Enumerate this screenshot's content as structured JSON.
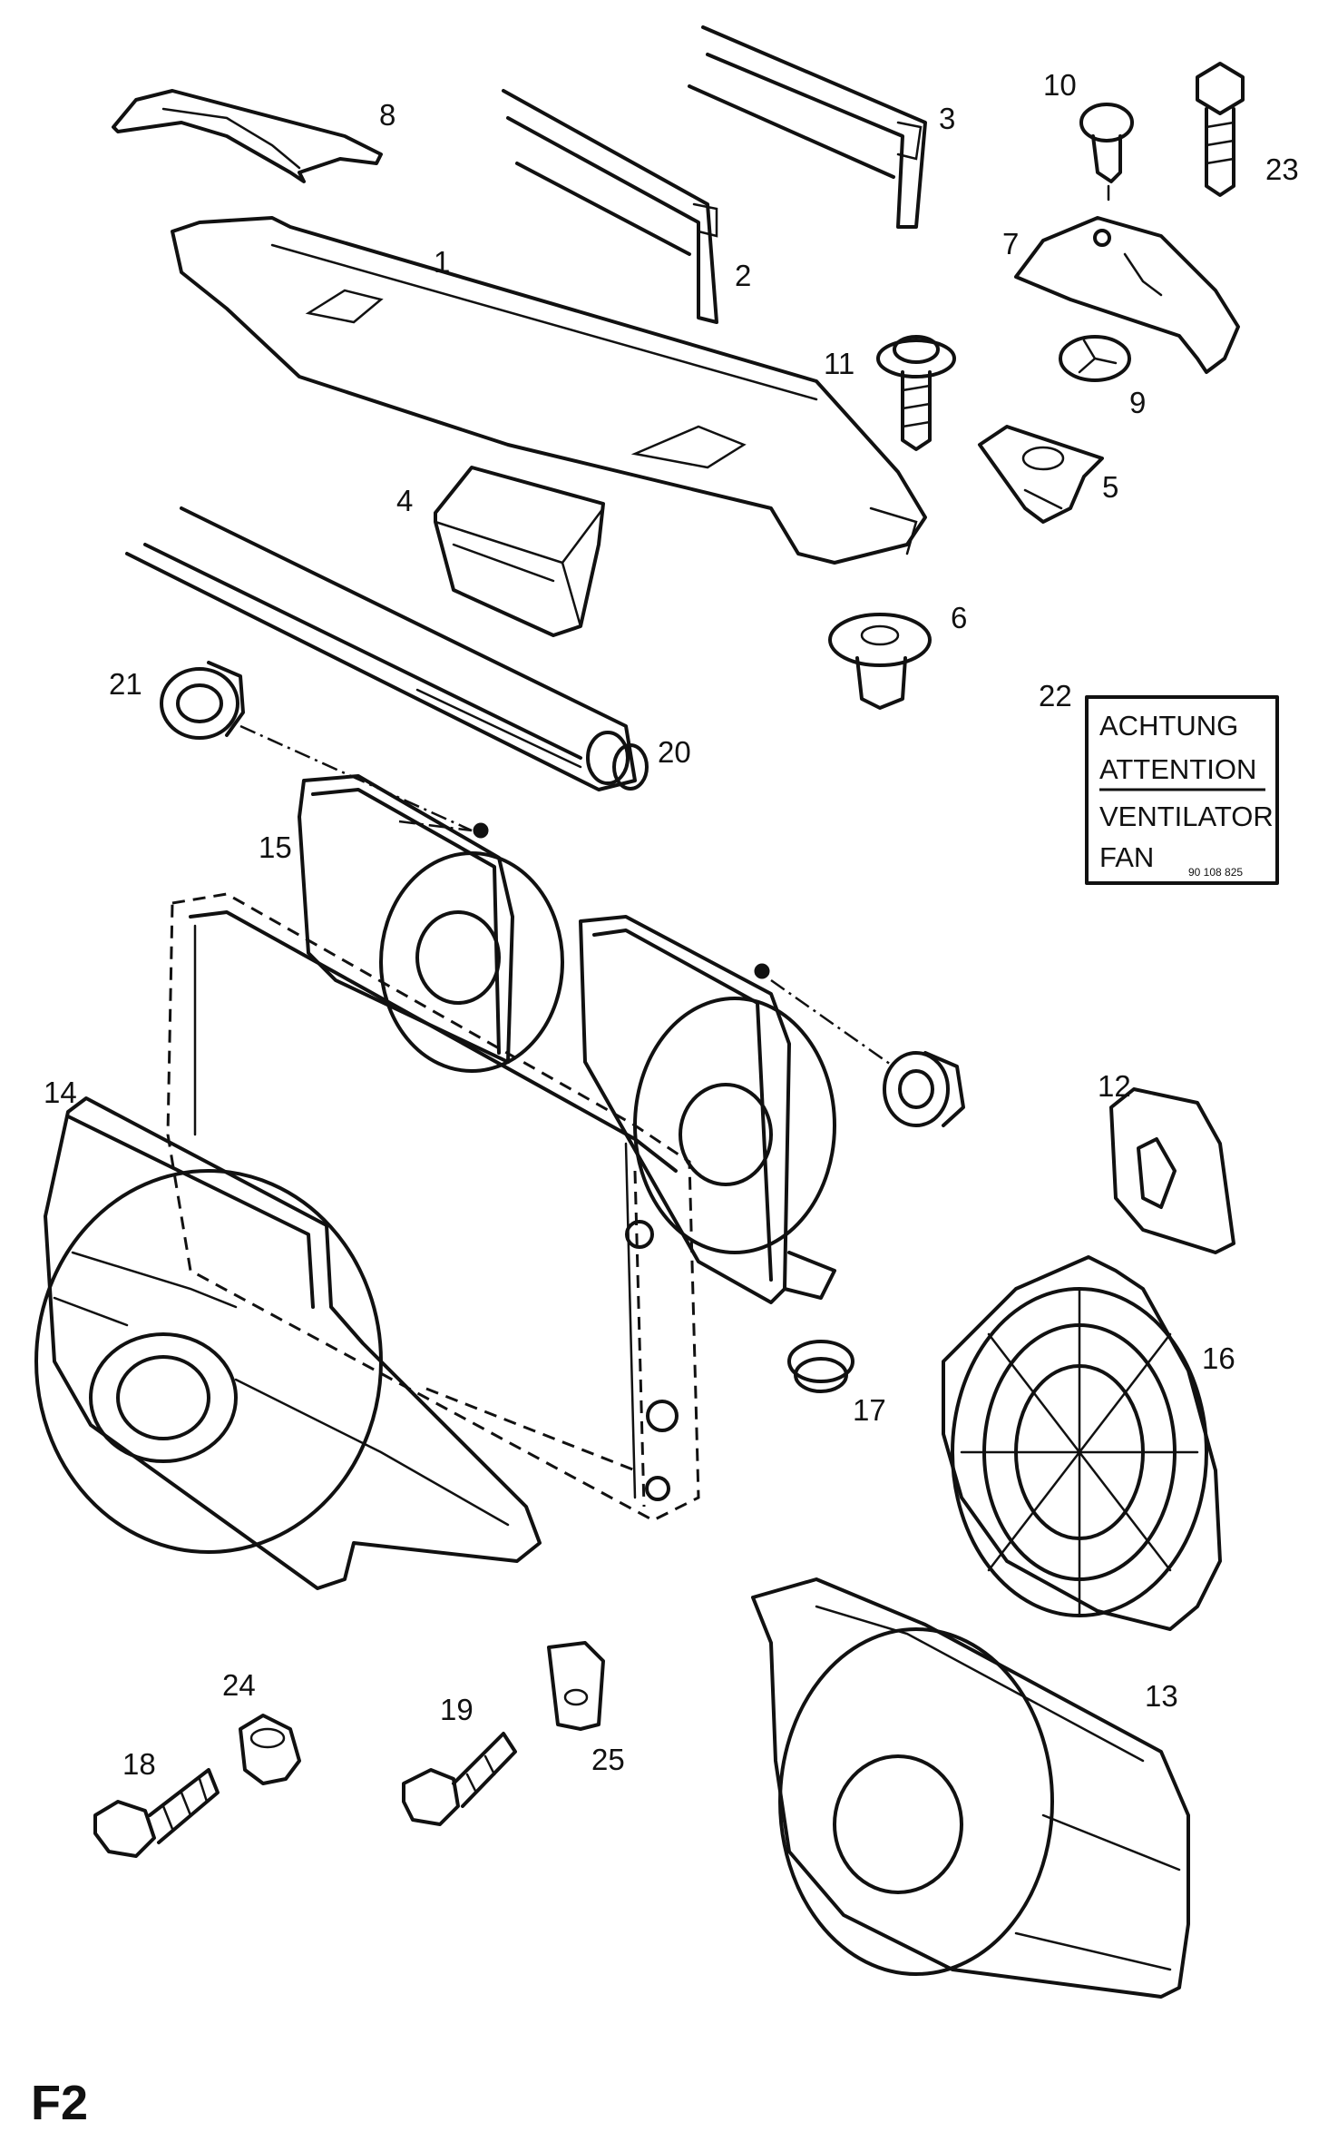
{
  "callouts": {
    "p1": "1",
    "p2": "2",
    "p3": "3",
    "p4": "4",
    "p5": "5",
    "p6": "6",
    "p7": "7",
    "p8": "8",
    "p9": "9",
    "p10": "10",
    "p11": "11",
    "p12": "12",
    "p13": "13",
    "p14": "14",
    "p15": "15",
    "p16": "16",
    "p17": "17",
    "p18": "18",
    "p19": "19",
    "p20": "20",
    "p21": "21",
    "p22": "22",
    "p23": "23",
    "p24": "24",
    "p25": "25"
  },
  "warning_label": {
    "line1": "ACHTUNG",
    "line2": "ATTENTION",
    "line3": "VENTILATOR",
    "line4": "FAN",
    "code": "90 108 825"
  },
  "sheet_id": "F2"
}
